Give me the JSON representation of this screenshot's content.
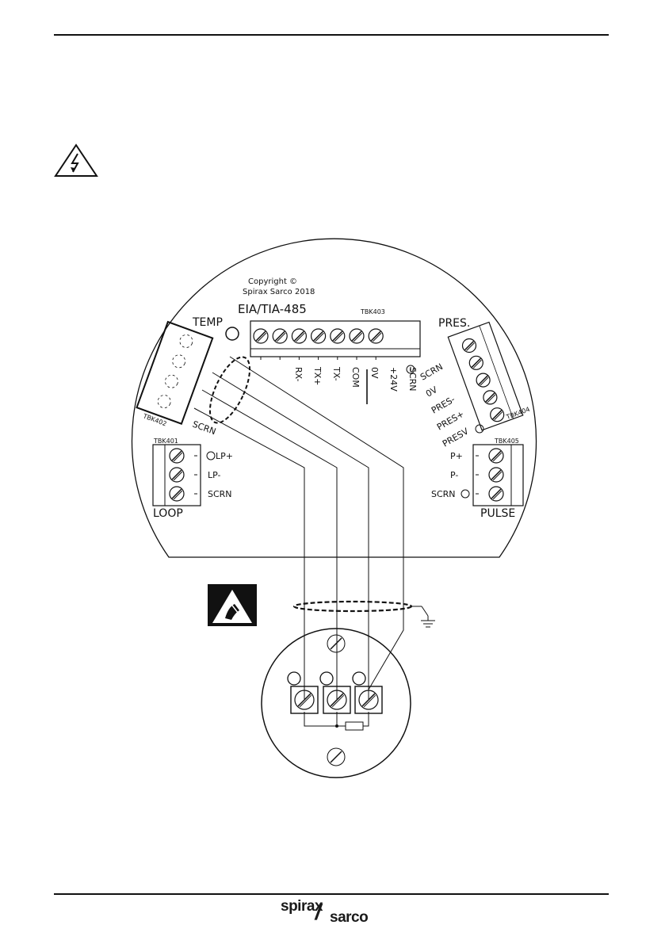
{
  "board": {
    "copyright_line1": "Copyright ©",
    "copyright_line2": "Spirax Sarco 2018",
    "eia_label": "EIA/TIA-485",
    "tbk403": "TBK403",
    "temp_label": "TEMP",
    "pres_label": "PRES.",
    "tbk404": "TBK404",
    "tbk402": "TBK402",
    "tbk401": "TBK401",
    "tbk405": "TBK405",
    "loop_label": "LOOP",
    "pulse_label": "PULSE",
    "temp_scrn": "SCRN"
  },
  "rs485_terminals": [
    "RX-",
    "TX+",
    "TX-",
    "COM",
    "0V",
    "+24V",
    "SCRN"
  ],
  "pres_terminals": [
    "SCRN",
    "0V",
    "PRES-",
    "PRES+",
    "PRESV"
  ],
  "loop_terminals": [
    "LP+",
    "LP-",
    "SCRN"
  ],
  "pulse_terminals": [
    "P+",
    "P-",
    "SCRN"
  ],
  "logo": {
    "word1": "spirax",
    "word2": "sarco"
  },
  "colors": {
    "ink": "#111111",
    "background": "#ffffff"
  }
}
